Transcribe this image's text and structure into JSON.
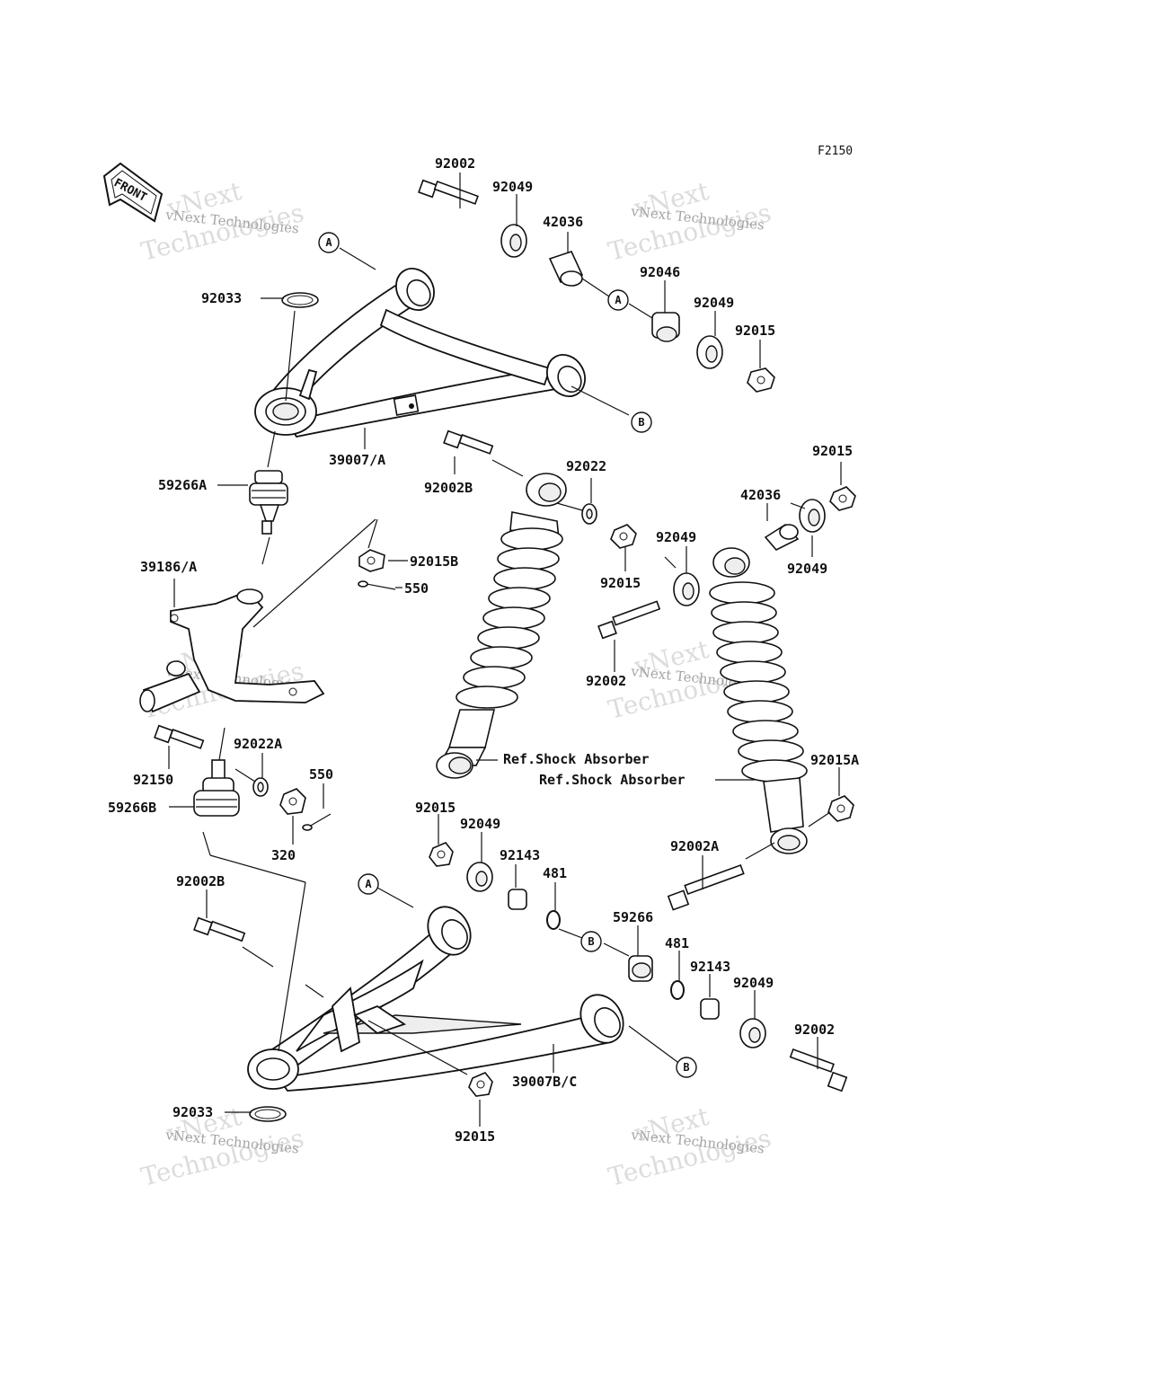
{
  "diagram_code": "F2150",
  "front_label": "FRONT",
  "watermark": {
    "text_a": "vNext",
    "text_b": "Technologies",
    "text_small": "vNext Technologies"
  },
  "callouts": {
    "a": "A",
    "b": "B"
  },
  "reference_labels": [
    "Ref.Shock Absorber",
    "Ref.Shock Absorber"
  ],
  "part_labels": [
    "92002",
    "92049",
    "42036",
    "92046",
    "92049",
    "92015",
    "92033",
    "39007/A",
    "92002B",
    "92022",
    "92015",
    "42036",
    "92049",
    "92049",
    "92015",
    "59266A",
    "92015B",
    "550",
    "39186/A",
    "92002",
    "92150",
    "92022A",
    "550",
    "59266B",
    "320",
    "92015",
    "92049",
    "92143",
    "481",
    "92015A",
    "92002A",
    "92002B",
    "59266",
    "481",
    "92143",
    "92049",
    "92002",
    "39007B/C",
    "92033",
    "92015"
  ]
}
